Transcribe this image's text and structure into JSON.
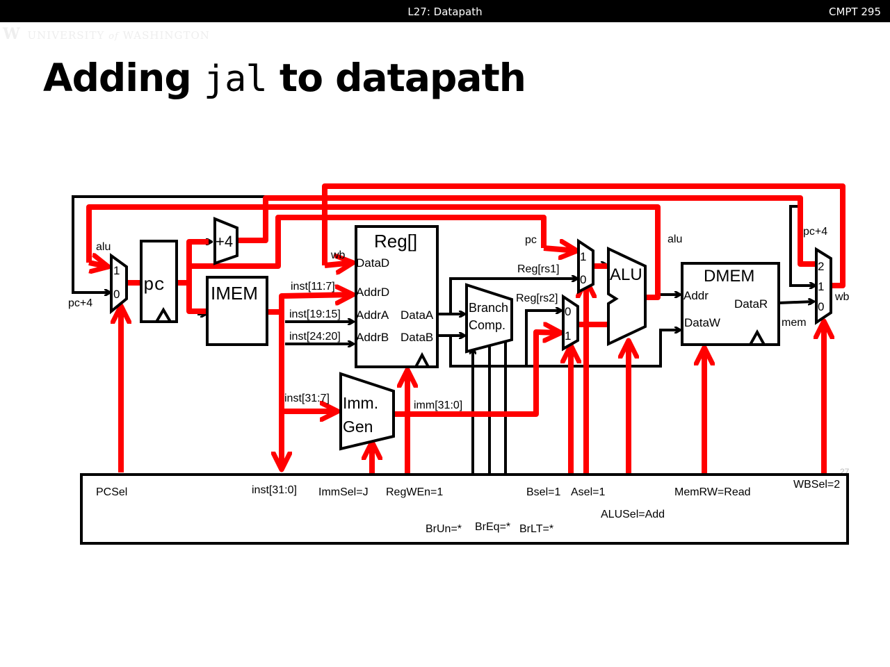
{
  "header": {
    "lecture": "L27: Datapath",
    "course": "CMPT 295"
  },
  "logo": {
    "mark": "W",
    "text_a": "UNIVERSITY",
    "text_of": "of",
    "text_b": "WASHINGTON"
  },
  "title": {
    "prefix": "Adding ",
    "code": "jal",
    "suffix": " to datapath"
  },
  "page_number": "27",
  "colors": {
    "active_path": "#ff0000",
    "inactive_path": "#000000"
  },
  "blocks": {
    "pc": "pc",
    "plus4": "+4",
    "imem": "IMEM",
    "reg": "Reg[]",
    "branch_comp_1": "Branch",
    "branch_comp_2": "Comp.",
    "alu": "ALU",
    "dmem": "DMEM",
    "imm_gen_1": "Imm.",
    "imm_gen_2": "Gen"
  },
  "ports": {
    "reg_datad": "DataD",
    "reg_addrd": "AddrD",
    "reg_addra": "AddrA",
    "reg_addrb": "AddrB",
    "reg_dataa": "DataA",
    "reg_datab": "DataB",
    "dmem_addr": "Addr",
    "dmem_dataw": "DataW",
    "dmem_datar": "DataR"
  },
  "signals": {
    "alu_to_pcmux": "alu",
    "pc4_to_pcmux": "pc+4",
    "wb": "wb",
    "inst_11_7": "inst[11:7]",
    "inst_19_15": "inst[19:15]",
    "inst_24_20": "inst[24:20]",
    "inst_31_7": "inst[31:7]",
    "imm": "imm[31:0]",
    "pc_to_amux": "pc",
    "reg_rs1": "Reg[rs1]",
    "reg_rs2": "Reg[rs2]",
    "alu_out": "alu",
    "pc4_wb": "pc+4",
    "mem": "mem",
    "wb_out": "wb"
  },
  "mux_inputs": {
    "pcmux": [
      "1",
      "0"
    ],
    "amux": [
      "1",
      "0"
    ],
    "bmux": [
      "0",
      "1"
    ],
    "wbmux": [
      "2",
      "1",
      "0"
    ]
  },
  "control": {
    "pcsel": "PCSel",
    "inst": "inst[31:0]",
    "immsel": "ImmSel=J",
    "regwen": "RegWEn=1",
    "brun": "BrUn=*",
    "breq": "BrEq=*",
    "brlt": "BrLT=*",
    "bsel": "Bsel=1",
    "asel": "Asel=1",
    "alusel": "ALUSel=Add",
    "memrw": "MemRW=Read",
    "wbsel": "WBSel=2"
  }
}
